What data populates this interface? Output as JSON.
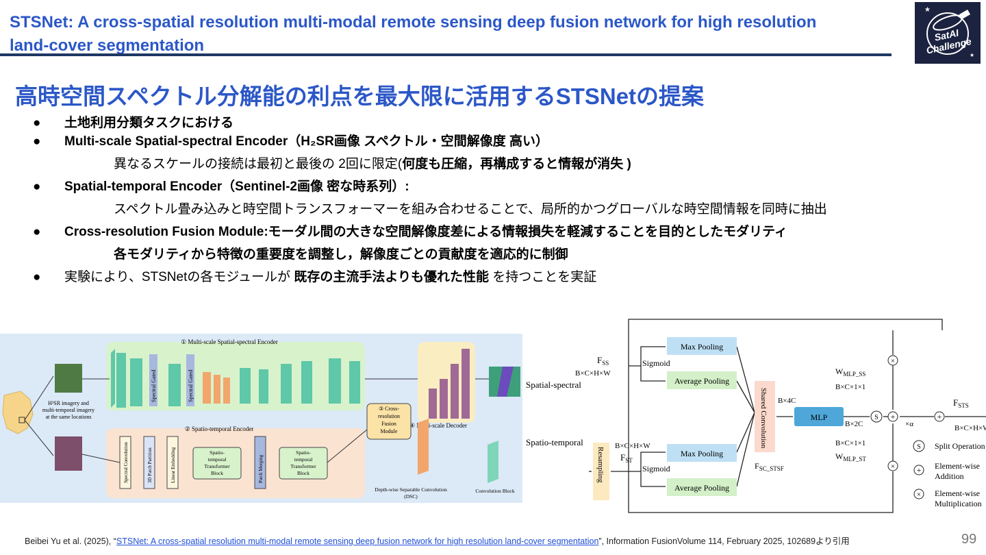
{
  "header": {
    "title": "STSNet: A cross-spatial resolution multi-modal remote sensing deep fusion network for high resolution land-cover segmentation",
    "logo_text": "SatAI Challenge"
  },
  "subtitle": "高時空間スペクトル分解能の利点を最大限に活用するSTSNetの提案",
  "bullets": {
    "b1": "土地利用分類タスクにおける",
    "b2": "Multi-scale Spatial-spectral Encoder（H₂SR画像  スペクトル・空間解像度  高い）",
    "b2_sub_plain": "異なるスケールの接続は最初と最後の  2回に限定(",
    "b2_sub_bold": "何度も圧縮，再構成すると情報が消失   )",
    "b3": "Spatial-temporal Encoder（Sentinel-2画像  密な時系列）:",
    "b3_sub": "スペクトル畳み込みと時空間トランスフォーマーを組み合わせることで、局所的かつグローバルな時空間情報を同時に抽出",
    "b4_plain": "Cross-resolution Fusion Module:",
    "b4_bold": "モーダル間の大きな空間解像度差による情報損失を軽減することを目的としたモダリティ",
    "b4_sub": "各モダリティから特徴の重要度を調整し，解像度ごとの貢献度を適応的に制御",
    "b5_plain1": "実験により、STSNetの各モジュールが ",
    "b5_bold": "既存の主流手法よりも優れた性能",
    "b5_plain2": "  を持つことを実証",
    "bullet_char": "●"
  },
  "figure1": {
    "encoder1": "① Multi-scale Spatial-spectral Encoder",
    "encoder2": "② Spatio-temporal Encoder",
    "fusion": [
      "③ Cross-",
      "resolution",
      "Fusion",
      "Module"
    ],
    "decoder": "④ Multi-scale Decoder",
    "input_label": [
      "H²SR imagery and",
      "multi-temporal imagery",
      "at the same locations"
    ],
    "spectral_gated": "Spectral Gated",
    "spectral_conv": "Spectral Convolution",
    "patch_partition": "3D Patch Partition",
    "linear_embedding": "Linear Embedding",
    "transformer": [
      "Spatio-",
      "temporal",
      "Transformer",
      "Block"
    ],
    "patch_merging": "Patch Merging",
    "dsc": [
      "Depth-wise Separable Convolution",
      "(DSC)"
    ],
    "conv_block": "Convolution Block"
  },
  "figure2": {
    "fss": "F",
    "fss_sub": "SS",
    "fss_dim": "B×C×H×W",
    "spatial_spectral": "Spatial-spectral",
    "spatio_temporal": "Spatio-temporal",
    "sigmoid": "Sigmoid",
    "max_pooling": "Max Pooling",
    "avg_pooling": "Average Pooling",
    "shared_conv": "Shared Convolution",
    "b4c": "B×4C",
    "mlp": "MLP",
    "b2c": "B×2C",
    "wmlp_ss": "W",
    "wmlp_ss_sub": "MLP_SS",
    "wmlp_st_sub": "MLP_ST",
    "bc11": "B×C×1×1",
    "fst_dim": "B×C×H×W",
    "fst_sub": "ST",
    "resampling": "Resampling",
    "fsc_sub": "SC_STSF",
    "alpha": "×α",
    "fsts_sub": "STS",
    "out_dim": "B×C×H×W",
    "legend": [
      "Split Operation",
      "Element-wise",
      "Addition",
      "Element-wise",
      "Multiplication"
    ]
  },
  "citation": {
    "prefix": "Beibei Yu et al. (2025), “",
    "link": "STSNet: A cross-spatial resolution multi-modal remote sensing deep fusion network for high resolution land-cover segmentation",
    "suffix": "”, Information FusionVolume 114, February 2025, 102689より引用"
  },
  "page_number": "99",
  "colors": {
    "accent": "#2b57c7",
    "rule": "#1f3864"
  }
}
